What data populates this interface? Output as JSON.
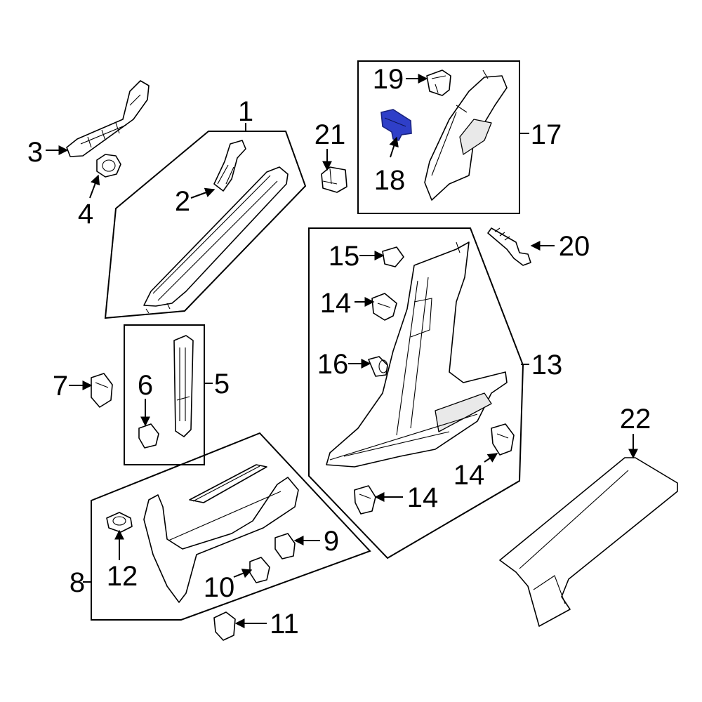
{
  "callouts": {
    "c1": "1",
    "c2": "2",
    "c3": "3",
    "c4": "4",
    "c5": "5",
    "c6": "6",
    "c7": "7",
    "c8": "8",
    "c9": "9",
    "c10": "10",
    "c11": "11",
    "c12": "12",
    "c13": "13",
    "c14a": "14",
    "c14b": "14",
    "c14c": "14",
    "c15": "15",
    "c16": "16",
    "c17": "17",
    "c18": "18",
    "c19": "19",
    "c20": "20",
    "c21": "21",
    "c22": "22"
  },
  "colors": {
    "highlight": "#2f3fc8",
    "line": "#000000",
    "background": "#ffffff"
  },
  "highlighted_part": "18"
}
